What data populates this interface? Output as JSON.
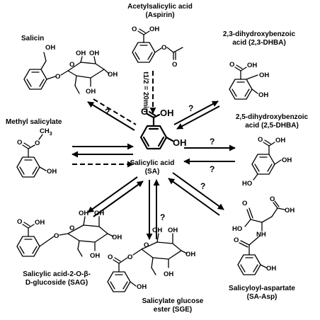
{
  "center": {
    "name": "Salicylic acid",
    "abbr": "(SA)",
    "atoms": {
      "oh_acid": "OH",
      "oh_phenol": "OH",
      "o": "O"
    }
  },
  "compounds": {
    "aspirin": {
      "name": "Acetylsalicylic acid",
      "abbr": "(Aspirin)",
      "atoms": {
        "oh": "OH",
        "o_carbonyl": "O",
        "o_ester": "O",
        "o_acetyl": "O"
      },
      "half_life": "t1/2 = 20min"
    },
    "salicin": {
      "name": "Salicin",
      "atoms": {
        "oh_ch2": "OH",
        "o_link": "O",
        "o_ring": "O",
        "oh_1": "OH",
        "oh_2": "OH",
        "oh_3": "OH",
        "oh_4": "OH"
      }
    },
    "dhba23": {
      "name_line1": "2,3-dihydroxybenzoic",
      "name_line2": "acid (2,3-DHBA)",
      "atoms": {
        "o": "O",
        "oh_acid": "OH",
        "oh_1": "OH",
        "oh_2": "OH"
      }
    },
    "dhba25": {
      "name_line1": "2,5-dihydroxybenzoic",
      "name_line2": "acid (2,5-DHBA)",
      "atoms": {
        "o": "O",
        "oh_acid": "OH",
        "oh_2": "OH",
        "ho_5": "HO"
      }
    },
    "methyl_salicylate": {
      "name": "Methyl salicylate",
      "atoms": {
        "ch3": "CH",
        "ch3_sub": "3",
        "o_ester": "O",
        "o_carbonyl": "O",
        "oh": "OH"
      }
    },
    "sag": {
      "name_line1": "Salicylic acid-2-O-β-",
      "name_line2": "D-glucoside (SAG)",
      "atoms": {
        "o": "O",
        "oh_acid": "OH",
        "o_link": "O",
        "o_ring": "O",
        "oh_1": "OH",
        "oh_2": "OH",
        "oh_3": "OH",
        "oh_4": "OH"
      }
    },
    "sge": {
      "name_line1": "Salicylate glucose",
      "name_line2": "ester (SGE)",
      "atoms": {
        "o_carbonyl": "O",
        "o_link": "O",
        "o_ring": "O",
        "oh_phenol": "OH",
        "oh_1": "OH",
        "oh_2": "OH",
        "oh_3": "OH",
        "oh_4": "OH"
      }
    },
    "sa_asp": {
      "name_line1": "Salicyloyl-aspartate",
      "name_line2": "(SA-Asp)",
      "atoms": {
        "ho": "HO",
        "o_1": "O",
        "o_2": "O",
        "oh": "OH",
        "nh": "NH",
        "o_amide": "O",
        "oh_phenol": "OH"
      }
    }
  },
  "unknown_mark": "?"
}
